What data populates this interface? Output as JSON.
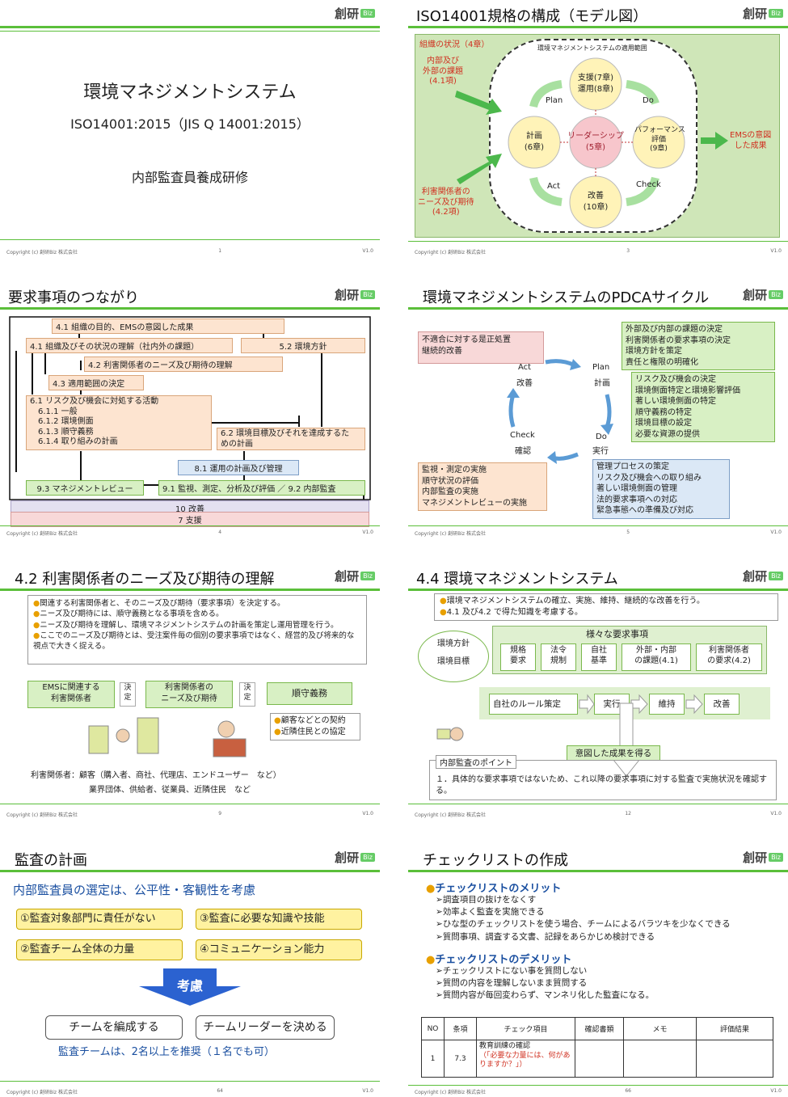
{
  "slides": {
    "s1": {
      "title": "環境マネジメントシステム",
      "subtitle": "ISO14001:2015（JIS Q 14001:2015）",
      "course": "内部監査員養成研修",
      "copyright": "Copyright (c) 創研Biz 株式会社",
      "page": "1",
      "version": "V1.0"
    },
    "s3": {
      "title": "ISO14001規格の構成（モデル図）",
      "context_label": "組織の状況（4章）",
      "scope_label": "環境マネジメントシステムの適用範囲",
      "issues": "内部及び\n外部の課題\n(4.1項)",
      "needs": "利害関係者の\nニーズ及び期待\n(4.2項)",
      "plan_circle": "計画\n(6章)",
      "support_circle": "支援(7章)\n運用(8章)",
      "leadership_circle": "リーダーシップ\n(5章)",
      "performance_circle": "パフォーマンス\n評価\n(9章)",
      "improve_circle": "改善\n(10章)",
      "plan": "Plan",
      "do": "Do",
      "check": "Check",
      "act": "Act",
      "outcome": "EMSの意図\nした成果",
      "copyright": "Copyright (c) 創研Biz 株式会社",
      "page": "3",
      "version": "V1.0"
    },
    "s4": {
      "title": "要求事項のつながり",
      "b41": "4.1 組織の目的、EMSの意図した成果",
      "b41b": "4.1 組織及びその状況の理解（社内外の課題）",
      "b52": "5.2 環境方針",
      "b42": "4.2 利害関係者のニーズ及び期待の理解",
      "b43": "4.3 適用範囲の決定",
      "b61": "6.1 リスク及び機会に対処する活動\n　6.1.1 一般\n　6.1.2 環境側面\n　6.1.3 順守義務\n　6.1.4 取り組みの計画",
      "b62": "6.2 環境目標及びそれを達成するた\nめの計画",
      "b81": "8.1 運用の計画及び管理",
      "b93": "9.3 マネジメントレビュー",
      "b91": "9.1 監視、測定、分析及び評価 ／ 9.2 内部監査",
      "b10": "10 改善",
      "b7": "7 支援",
      "copyright": "Copyright (c) 創研Biz 株式会社",
      "page": "4",
      "version": "V1.0"
    },
    "s5": {
      "title": "環境マネジメントシステムのPDCAサイクル",
      "act_box": [
        "不適合に対する是正処置",
        "継続的改善"
      ],
      "plan_box1": [
        "外部及び内部の課題の決定",
        "利害関係者の要求事項の決定",
        "環境方針を策定",
        "責任と権限の明確化"
      ],
      "plan_box2": [
        "リスク及び機会の決定",
        "環境側面特定と環境影響評価",
        "著しい環境側面の特定",
        "順守義務の特定",
        "環境目標の設定",
        "必要な資源の提供"
      ],
      "check_box": [
        "監視・測定の実施",
        "順守状況の評価",
        "内部監査の実施",
        "マネジメントレビューの実施"
      ],
      "do_box": [
        "管理プロセスの策定",
        "リスク及び機会への取り組み",
        "著しい環境側面の管理",
        "法的要求事項への対応",
        "緊急事態への準備及び対応"
      ],
      "act": "Act",
      "act_jp": "改善",
      "plan": "Plan",
      "plan_jp": "計画",
      "check": "Check",
      "check_jp": "確認",
      "do": "Do",
      "do_jp": "実行",
      "copyright": "Copyright (c) 創研Biz 株式会社",
      "page": "5",
      "version": "V1.0"
    },
    "s9": {
      "title": "4.2 利害関係者のニーズ及び期待の理解",
      "bullets": [
        "関連する利害関係者と、そのニーズ及び期待（要求事項）を決定する。",
        "ニーズ及び期待には、順守義務となる事項を含める。",
        "ニーズ及び期待を理解し、環境マネジメントシステムの計画を策定し運用管理を行う。",
        "ここでのニーズ及び期待とは、受注案件毎の個別の要求事項ではなく、経営的及び将来的な視点で大きく捉える。"
      ],
      "flow1": "EMSに関連する\n利害関係者",
      "decide1": "決\n定",
      "flow2": "利害関係者の\nニーズ及び期待",
      "decide2": "決\n定",
      "flow3": "順守義務",
      "examples": [
        "顧客などとの契約",
        "近隣住民との協定"
      ],
      "stakeholders1": "利害関係者：顧客（購入者、商社、代理店、エンドユーザー　など）",
      "stakeholders2": "業界団体、供給者、従業員、近隣住民　など",
      "copyright": "Copyright (c) 創研Biz 株式会社",
      "page": "9",
      "version": "V1.0"
    },
    "s12": {
      "title": "4.4 環境マネジメントシステム",
      "bullets": [
        "環境マネジメントシステムの確立、実施、維持、継続的な改善を行う。",
        "4.1 及び4.2 で得た知識を考慮する。"
      ],
      "circle": "環境方針\n\n環境目標",
      "req_title": "様々な要求事項",
      "reqs": [
        "規格\n要求",
        "法令\n規制",
        "自社\n基準",
        "外部・内部\nの課題(4.1)",
        "利害関係者\nの要求(4.2)"
      ],
      "flow": [
        "自社のルール策定",
        "実行",
        "維持",
        "改善"
      ],
      "result": "意図した成果を得る",
      "point_title": "内部監査のポイント",
      "point": "１．具体的な要求事項ではないため、これ以降の要求事項に対する監査で実施状況を確認する。",
      "copyright": "Copyright (c) 創研Biz 株式会社",
      "page": "12",
      "version": "V1.0"
    },
    "s64": {
      "title": "監査の計画",
      "heading": "内部監査員の選定は、公平性・客観性を考慮",
      "items": [
        "①監査対象部門に責任がない",
        "③監査に必要な知識や技能",
        "②監査チーム全体の力量",
        "④コミュニケーション能力"
      ],
      "consider": "考慮",
      "actions": [
        "チームを編成する",
        "チームリーダーを決める"
      ],
      "note": "監査チームは、2名以上を推奨（１名でも可）",
      "copyright": "Copyright (c) 創研Biz 株式会社",
      "page": "64",
      "version": "V1.0"
    },
    "s66": {
      "title": "チェックリストの作成",
      "merit_title": "チェックリストのメリット",
      "merits": [
        "調査項目の抜けをなくす",
        "効率よく監査を実施できる",
        "ひな型のチェックリストを使う場合、チームによるバラツキを少なくできる",
        "質問事項、調査する文書、記録をあらかじめ検討できる"
      ],
      "demerit_title": "チェックリストのデメリット",
      "demerits": [
        "チェックリストにない事を質問しない",
        "質問の内容を理解しないまま質問する",
        "質問内容が毎回変わらず、マンネリ化した監査になる。"
      ],
      "table_headers": [
        "NO",
        "条項",
        "チェック項目",
        "確認書類",
        "メモ",
        "評価結果"
      ],
      "row_no": "1",
      "row_clause": "7.3",
      "row_item": "教育訓練の確認",
      "row_item_note": "（「必要な力量には、何がありますか？」）",
      "copyright": "Copyright (c) 創研Biz 株式会社",
      "page": "66",
      "version": "V1.0"
    },
    "logo": {
      "text": "創研",
      "biz": "Biz"
    }
  }
}
